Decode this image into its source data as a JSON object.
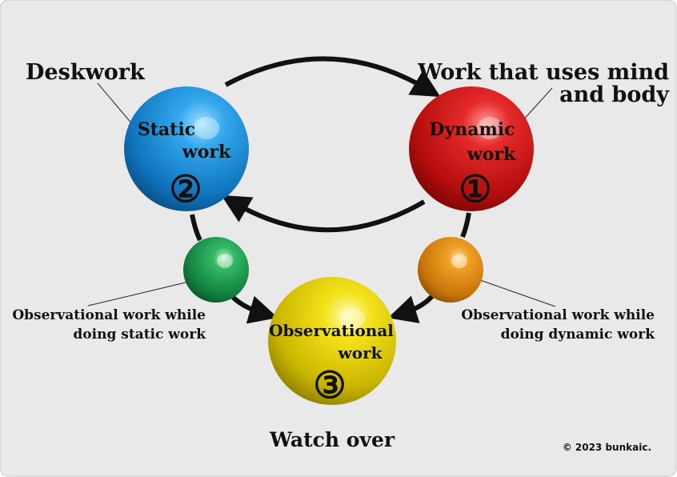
{
  "static_sphere": {
    "line1": "Static",
    "line2": "work",
    "number": "②",
    "color": "#1a8fd8"
  },
  "dynamic_sphere": {
    "line1": "Dynamic",
    "line2": "work",
    "number": "①",
    "color": "#d81818"
  },
  "observational_sphere": {
    "line1": "Observational",
    "line2": "work",
    "number": "③",
    "color": "#e8d600"
  },
  "green_sphere": {
    "color": "#1a9a4a"
  },
  "orange_sphere": {
    "color": "#e08a10"
  },
  "labels": {
    "deskwork": "Deskwork",
    "mind_body_line1": "Work that uses mind",
    "mind_body_line2": "and body",
    "obs_static_line1": "Observational work while",
    "obs_static_line2": "doing static work",
    "obs_dynamic_line1": "Observational work while",
    "obs_dynamic_line2": "doing dynamic work",
    "watch_over": "Watch over",
    "copyright": "© 2023 bunkaic."
  }
}
